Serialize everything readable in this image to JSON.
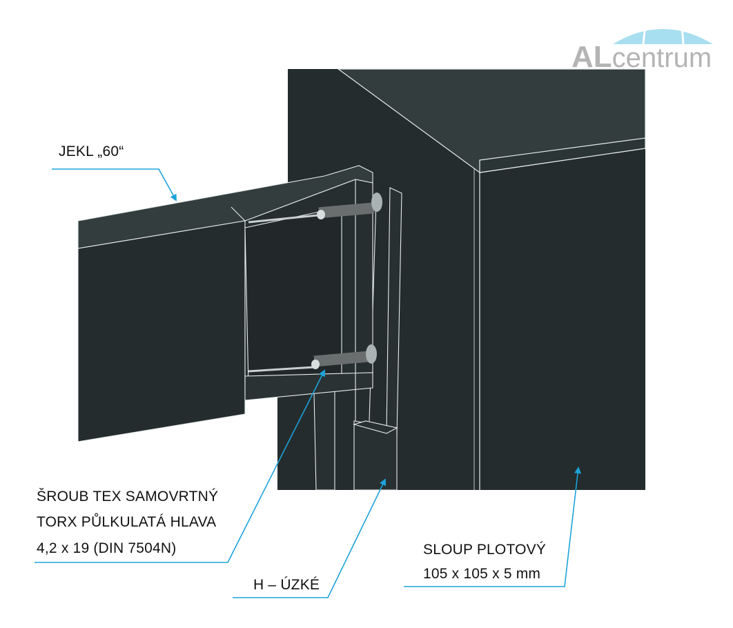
{
  "logo": {
    "brand_bold": "AL",
    "brand_light": "centrum"
  },
  "labels": {
    "jekl": "JEKL „60“",
    "sroub": [
      "ŠROUB TEX SAMOVRTNÝ",
      "TORX PŮLKULATÁ HLAVA",
      "4,2 x 19 (DIN 7504N)"
    ],
    "h_profile": "H – ÚZKÉ",
    "sloup": [
      "SLOUP PLOTOVÝ",
      "105 x 105 x 5 mm"
    ]
  },
  "colors": {
    "body": "#252c2d",
    "face_light": "#333d3e",
    "edge": "#e8eeee",
    "arrow": "#1ca3da",
    "logo_blue": "#a8dff0",
    "logo_gray": "#b4b4b4"
  }
}
